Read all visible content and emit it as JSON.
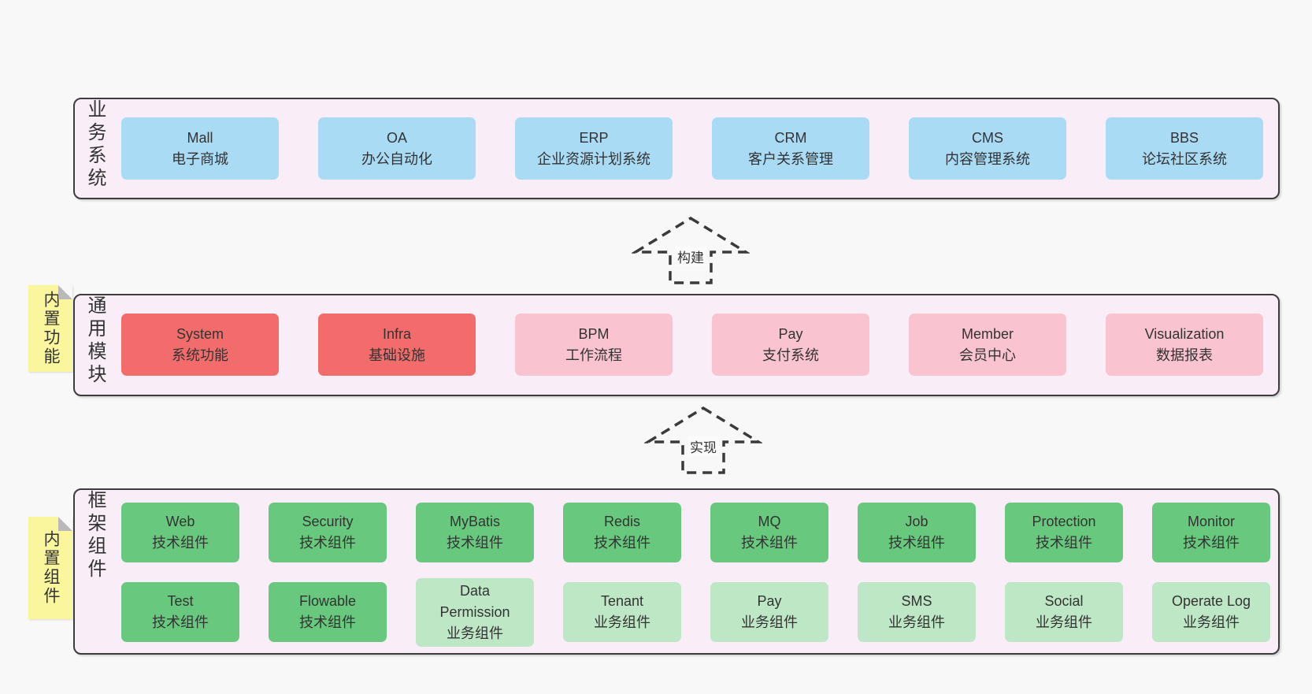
{
  "colors": {
    "page_bg": "#f8f8f8",
    "band_bg": "#f9eef8",
    "band_border": "#3d3d3d",
    "blue": "#a9dbf4",
    "red": "#f26c6c",
    "pink": "#f9c3cf",
    "green": "#68c97e",
    "light_green": "#bee7c6",
    "yellow_note": "#f9f69e",
    "fold_gray": "#b9b9b9",
    "arrow": "#3a3a3a",
    "text": "#333333"
  },
  "arrows": [
    {
      "label": "构建"
    },
    {
      "label": "实现"
    }
  ],
  "sections": [
    {
      "label": "业务系统",
      "rows": [
        [
          {
            "title": "Mall",
            "subtitle": "电子商城",
            "variant": "blue"
          },
          {
            "title": "OA",
            "subtitle": "办公自动化",
            "variant": "blue"
          },
          {
            "title": "ERP",
            "subtitle": "企业资源计划系统",
            "variant": "blue"
          },
          {
            "title": "CRM",
            "subtitle": "客户关系管理",
            "variant": "blue"
          },
          {
            "title": "CMS",
            "subtitle": "内容管理系统",
            "variant": "blue"
          },
          {
            "title": "BBS",
            "subtitle": "论坛社区系统",
            "variant": "blue"
          }
        ]
      ]
    },
    {
      "label": "通用模块",
      "note": "内置功能",
      "rows": [
        [
          {
            "title": "System",
            "subtitle": "系统功能",
            "variant": "red"
          },
          {
            "title": "Infra",
            "subtitle": "基础设施",
            "variant": "red"
          },
          {
            "title": "BPM",
            "subtitle": "工作流程",
            "variant": "pink"
          },
          {
            "title": "Pay",
            "subtitle": "支付系统",
            "variant": "pink"
          },
          {
            "title": "Member",
            "subtitle": "会员中心",
            "variant": "pink"
          },
          {
            "title": "Visualization",
            "subtitle": "数据报表",
            "variant": "pink"
          }
        ]
      ]
    },
    {
      "label": "框架组件",
      "note": "内置组件",
      "rows": [
        [
          {
            "title": "Web",
            "subtitle": "技术组件",
            "variant": "green"
          },
          {
            "title": "Security",
            "subtitle": "技术组件",
            "variant": "green"
          },
          {
            "title": "MyBatis",
            "subtitle": "技术组件",
            "variant": "green"
          },
          {
            "title": "Redis",
            "subtitle": "技术组件",
            "variant": "green"
          },
          {
            "title": "MQ",
            "subtitle": "技术组件",
            "variant": "green"
          },
          {
            "title": "Job",
            "subtitle": "技术组件",
            "variant": "green"
          },
          {
            "title": "Protection",
            "subtitle": "技术组件",
            "variant": "green"
          },
          {
            "title": "Monitor",
            "subtitle": "技术组件",
            "variant": "green"
          }
        ],
        [
          {
            "title": "Test",
            "subtitle": "技术组件",
            "variant": "green"
          },
          {
            "title": "Flowable",
            "subtitle": "技术组件",
            "variant": "green"
          },
          {
            "title": "Data Permission",
            "subtitle": "业务组件",
            "variant": "light_green"
          },
          {
            "title": "Tenant",
            "subtitle": "业务组件",
            "variant": "light_green"
          },
          {
            "title": "Pay",
            "subtitle": "业务组件",
            "variant": "light_green"
          },
          {
            "title": "SMS",
            "subtitle": "业务组件",
            "variant": "light_green"
          },
          {
            "title": "Social",
            "subtitle": "业务组件",
            "variant": "light_green"
          },
          {
            "title": "Operate Log",
            "subtitle": "业务组件",
            "variant": "light_green"
          }
        ]
      ]
    }
  ]
}
